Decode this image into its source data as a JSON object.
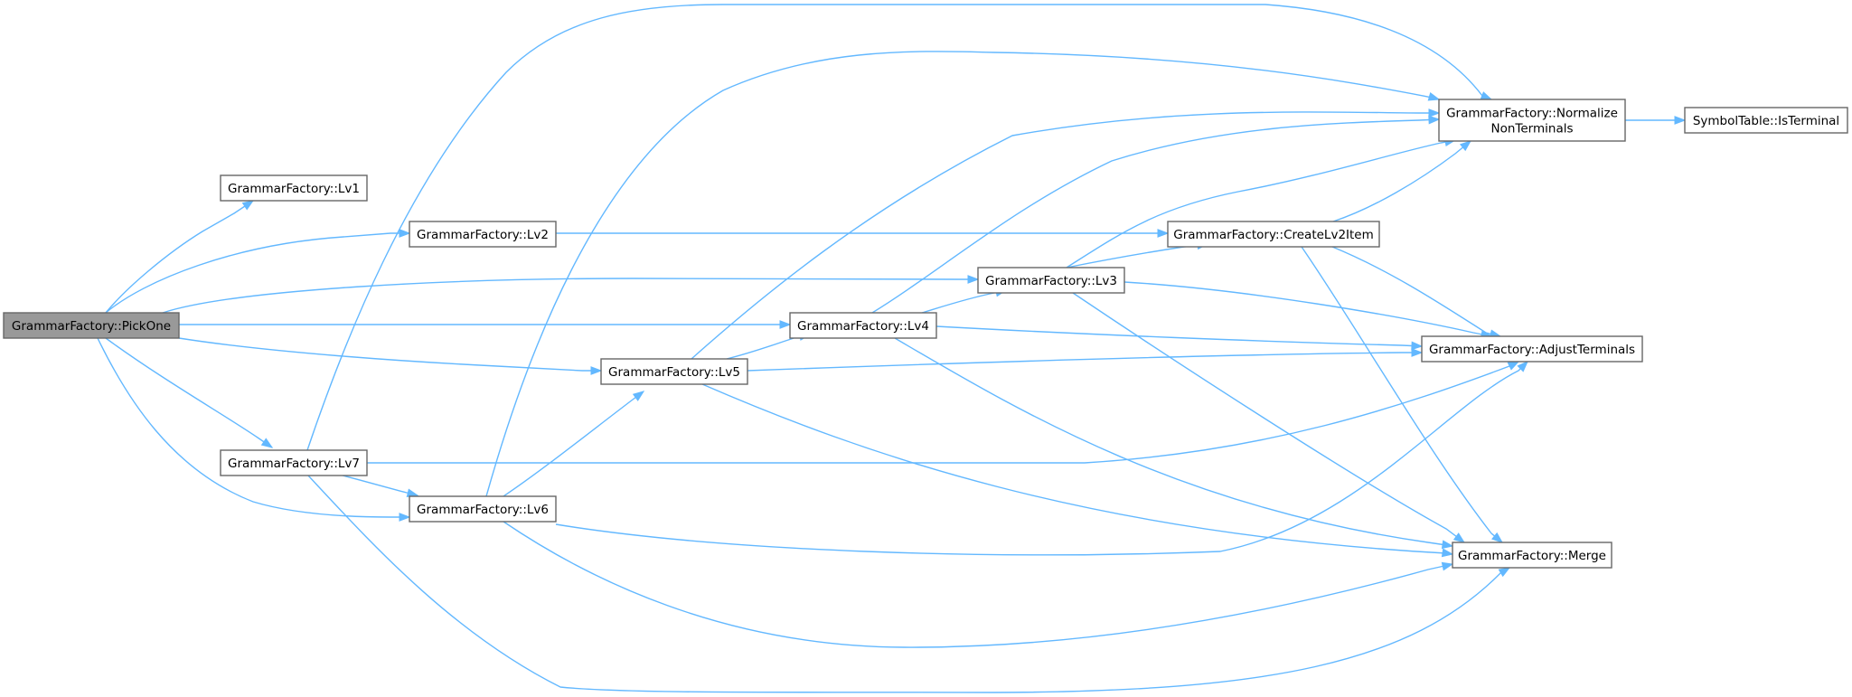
{
  "diagram": {
    "colors": {
      "edge": "#63b8ff",
      "node_border": "#666666",
      "node_fill": "#ffffff",
      "root_fill": "#999999",
      "text": "#000000"
    },
    "nodes": [
      {
        "id": "pickone",
        "lines": [
          "GrammarFactory::PickOne"
        ],
        "root": true
      },
      {
        "id": "lv1",
        "lines": [
          "GrammarFactory::Lv1"
        ]
      },
      {
        "id": "lv2",
        "lines": [
          "GrammarFactory::Lv2"
        ]
      },
      {
        "id": "lv3",
        "lines": [
          "GrammarFactory::Lv3"
        ]
      },
      {
        "id": "lv4",
        "lines": [
          "GrammarFactory::Lv4"
        ]
      },
      {
        "id": "lv5",
        "lines": [
          "GrammarFactory::Lv5"
        ]
      },
      {
        "id": "lv6",
        "lines": [
          "GrammarFactory::Lv6"
        ]
      },
      {
        "id": "lv7",
        "lines": [
          "GrammarFactory::Lv7"
        ]
      },
      {
        "id": "createlv2item",
        "lines": [
          "GrammarFactory::CreateLv2Item"
        ]
      },
      {
        "id": "normalize",
        "lines": [
          "GrammarFactory::Normalize",
          "NonTerminals"
        ]
      },
      {
        "id": "isterminal",
        "lines": [
          "SymbolTable::IsTerminal"
        ]
      },
      {
        "id": "adjust",
        "lines": [
          "GrammarFactory::AdjustTerminals"
        ]
      },
      {
        "id": "merge",
        "lines": [
          "GrammarFactory::Merge"
        ]
      }
    ],
    "edges": [
      {
        "from": "pickone",
        "to": "lv1"
      },
      {
        "from": "pickone",
        "to": "lv2"
      },
      {
        "from": "pickone",
        "to": "lv3"
      },
      {
        "from": "pickone",
        "to": "lv4"
      },
      {
        "from": "pickone",
        "to": "lv5"
      },
      {
        "from": "pickone",
        "to": "lv7"
      },
      {
        "from": "pickone",
        "to": "lv6"
      },
      {
        "from": "lv2",
        "to": "createlv2item"
      },
      {
        "from": "lv3",
        "to": "createlv2item"
      },
      {
        "from": "lv3",
        "to": "normalize"
      },
      {
        "from": "lv3",
        "to": "adjust"
      },
      {
        "from": "lv3",
        "to": "merge"
      },
      {
        "from": "lv4",
        "to": "lv3"
      },
      {
        "from": "lv4",
        "to": "normalize"
      },
      {
        "from": "lv4",
        "to": "adjust"
      },
      {
        "from": "lv4",
        "to": "merge"
      },
      {
        "from": "lv5",
        "to": "lv4"
      },
      {
        "from": "lv5",
        "to": "normalize"
      },
      {
        "from": "lv5",
        "to": "adjust"
      },
      {
        "from": "lv5",
        "to": "merge"
      },
      {
        "from": "lv6",
        "to": "lv5"
      },
      {
        "from": "lv6",
        "to": "normalize"
      },
      {
        "from": "lv6",
        "to": "adjust"
      },
      {
        "from": "lv6",
        "to": "merge"
      },
      {
        "from": "lv7",
        "to": "lv6"
      },
      {
        "from": "lv7",
        "to": "normalize"
      },
      {
        "from": "lv7",
        "to": "adjust"
      },
      {
        "from": "lv7",
        "to": "merge"
      },
      {
        "from": "createlv2item",
        "to": "normalize"
      },
      {
        "from": "createlv2item",
        "to": "adjust"
      },
      {
        "from": "createlv2item",
        "to": "merge"
      },
      {
        "from": "normalize",
        "to": "isterminal"
      }
    ]
  }
}
